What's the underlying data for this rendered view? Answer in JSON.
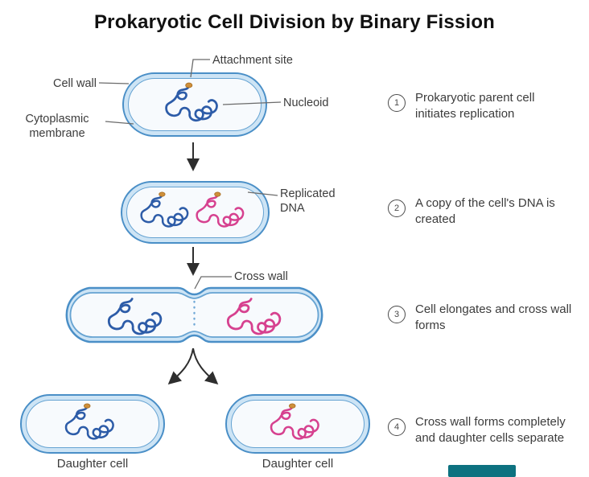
{
  "title": "Prokaryotic Cell Division by Binary Fission",
  "diagram": {
    "labels": {
      "attachment_site": "Attachment site",
      "cell_wall": "Cell wall",
      "cytoplasmic_membrane": "Cytoplasmic membrane",
      "nucleoid": "Nucleoid",
      "replicated_dna": "Replicated DNA",
      "cross_wall": "Cross wall",
      "daughter_cell_left": "Daughter cell",
      "daughter_cell_right": "Daughter cell"
    },
    "colors": {
      "cell_outline": "#4a8fc7",
      "cell_membrane_fill": "#cde4f5",
      "cytoplasm_fill": "#f7fafd",
      "dna_blue": "#2d5ca8",
      "dna_pink": "#d6418f",
      "attachment_dot": "#cf8f3a",
      "label_line": "#6b6b6b",
      "arrow": "#2e2e2e",
      "watermark_teal": "#0d7280"
    }
  },
  "steps": [
    {
      "number": "1",
      "text": "Prokaryotic parent cell initiates replication"
    },
    {
      "number": "2",
      "text": "A copy of the cell's DNA is created"
    },
    {
      "number": "3",
      "text": "Cell elongates and cross wall forms"
    },
    {
      "number": "4",
      "text": "Cross wall forms completely and daughter cells separate"
    }
  ]
}
